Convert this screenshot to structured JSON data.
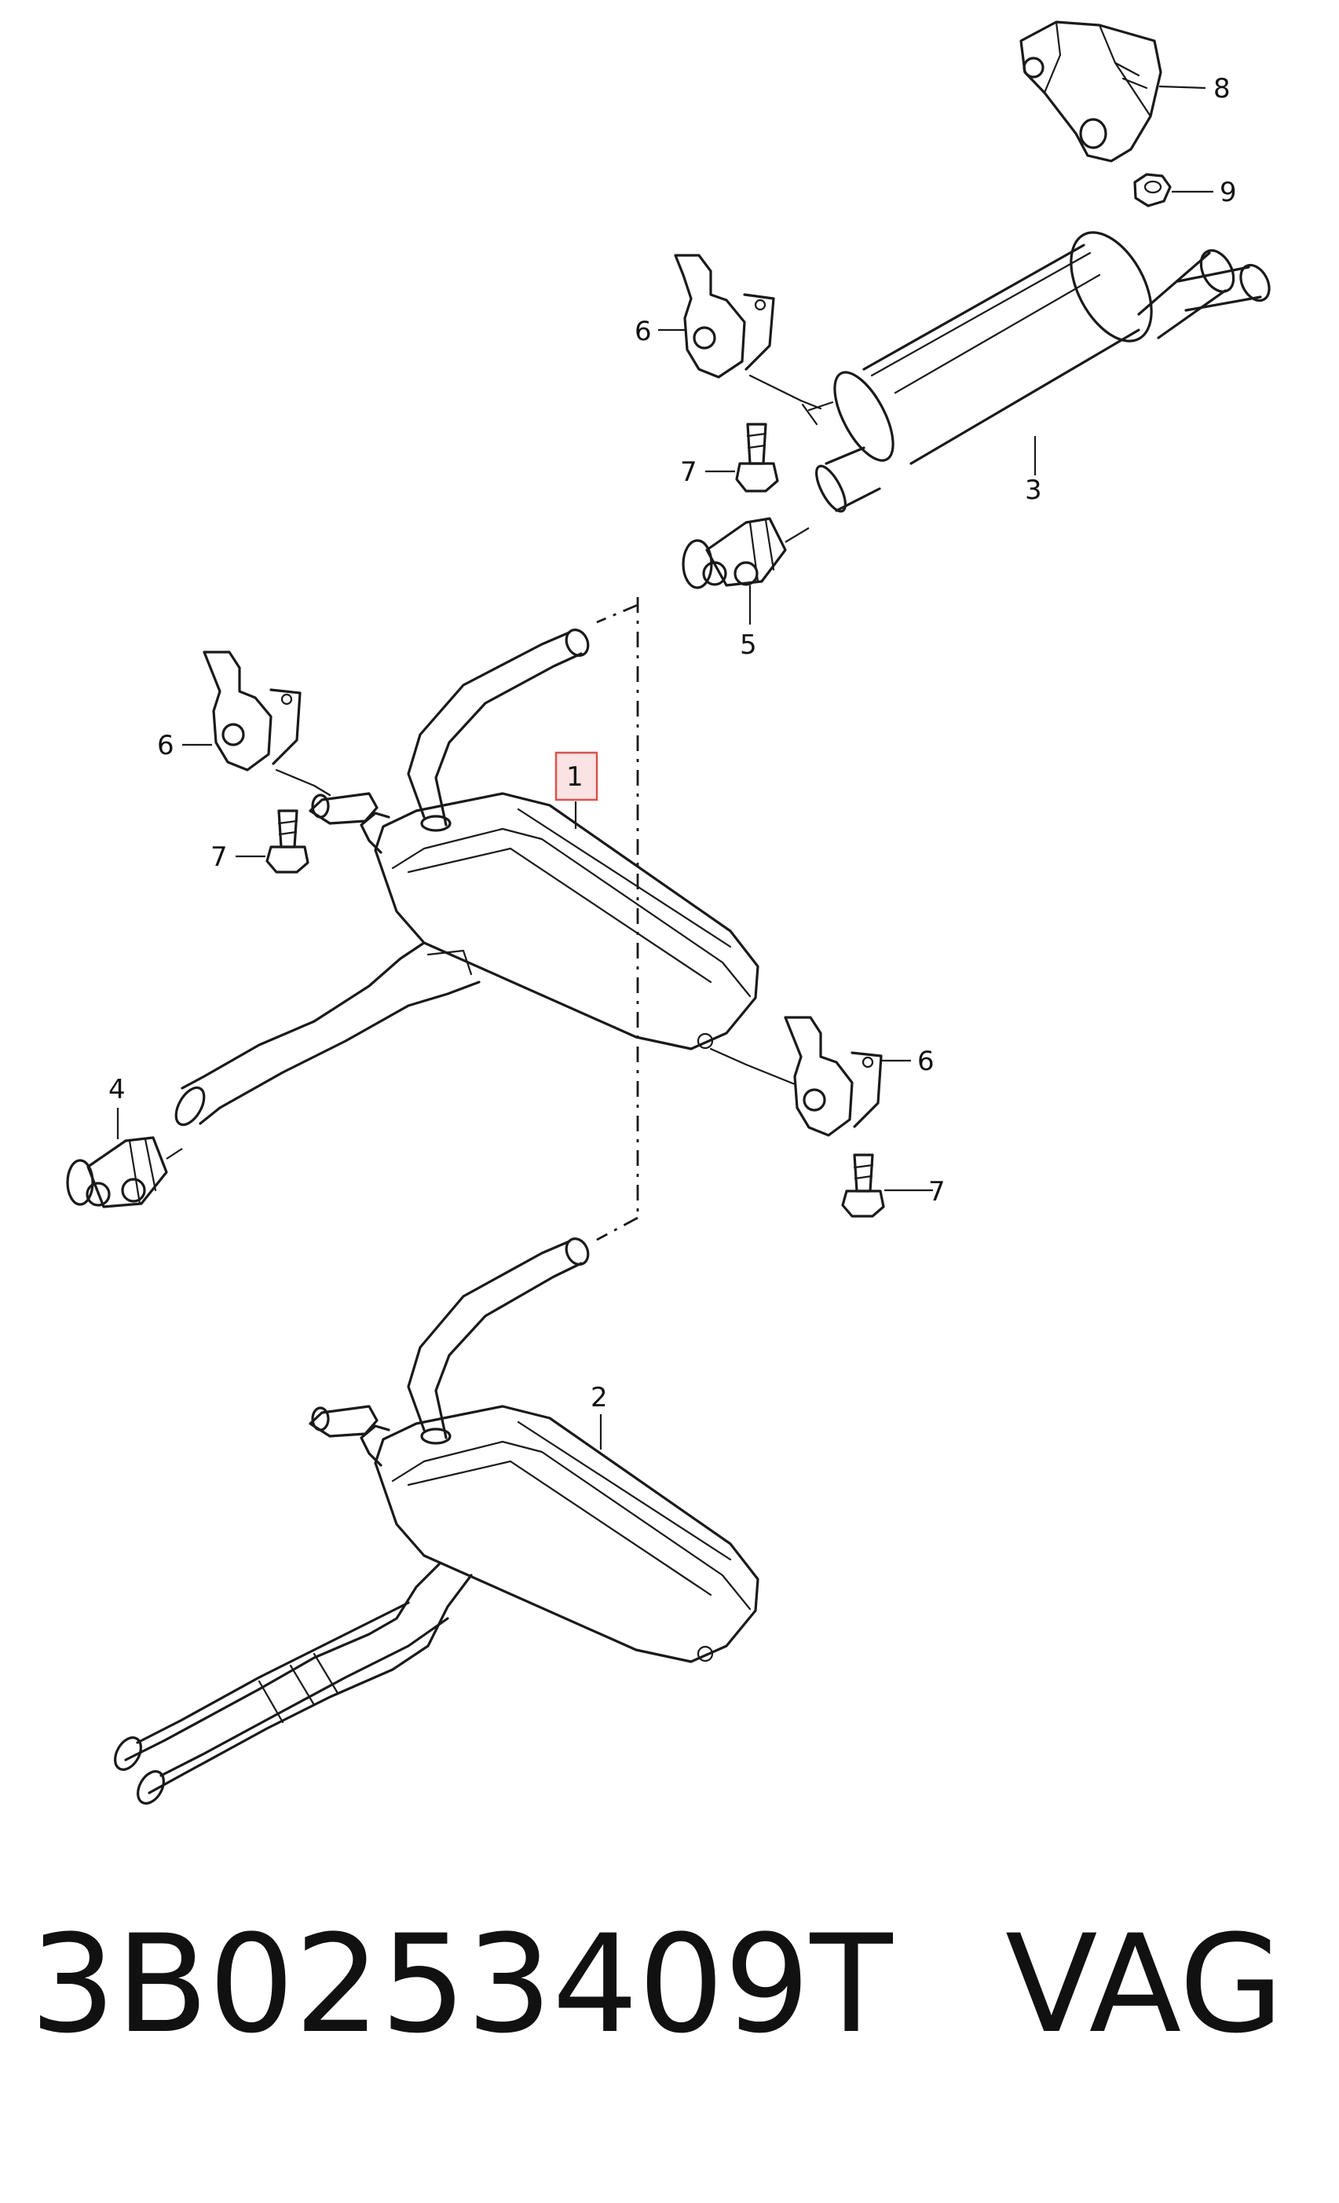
{
  "callouts": {
    "c1": "1",
    "c2": "2",
    "c3": "3",
    "c4": "4",
    "c5": "5",
    "c6": "6",
    "c7": "7",
    "c8": "8",
    "c9": "9"
  },
  "highlighted_callout": "1",
  "highlight_color": "#d9534f",
  "caption": {
    "part_number": "3B0253409T",
    "brand": "VAG"
  }
}
